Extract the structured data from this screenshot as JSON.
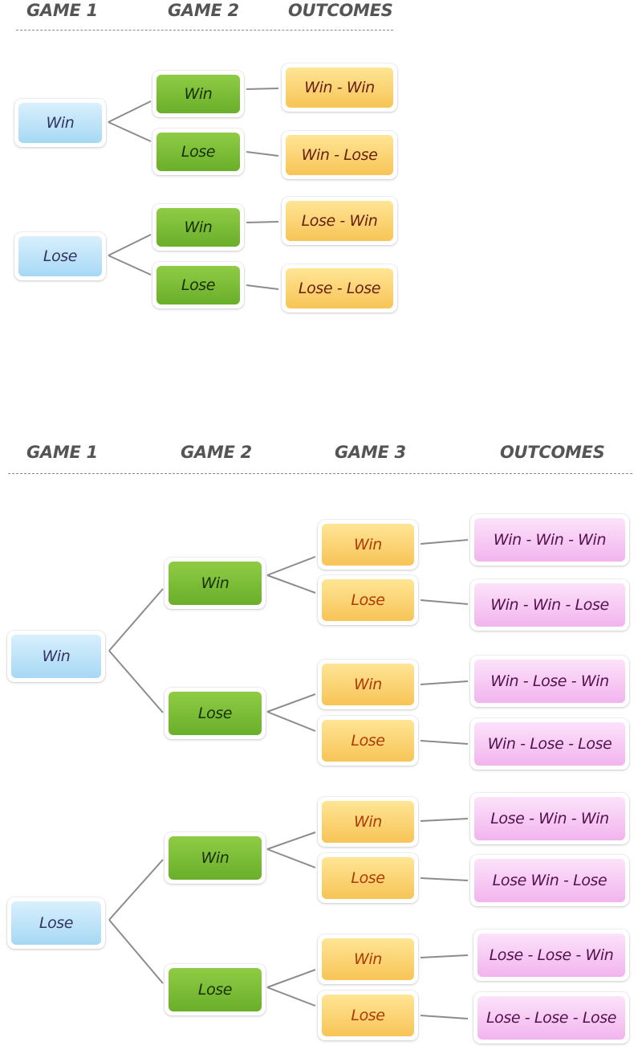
{
  "diagram1": {
    "headers": [
      "GAME 1",
      "GAME 2",
      "OUTCOMES"
    ],
    "game1": [
      "Win",
      "Lose"
    ],
    "game2": [
      "Win",
      "Lose",
      "Win",
      "Lose"
    ],
    "outcomes": [
      "Win - Win",
      "Win - Lose",
      "Lose - Win",
      "Lose - Lose"
    ]
  },
  "diagram2": {
    "headers": [
      "GAME 1",
      "GAME 2",
      "GAME 3",
      "OUTCOMES"
    ],
    "game1": [
      "Win",
      "Lose"
    ],
    "game2": [
      "Win",
      "Lose",
      "Win",
      "Lose"
    ],
    "game3": [
      "Win",
      "Lose",
      "Win",
      "Lose",
      "Win",
      "Lose",
      "Win",
      "Lose"
    ],
    "outcomes": [
      "Win - Win - Win",
      "Win - Win - Lose",
      "Win - Lose - Win",
      "Win - Lose - Lose",
      "Lose - Win - Win",
      "Lose Win - Lose",
      "Lose - Lose - Win",
      "Lose - Lose - Lose"
    ]
  },
  "colors": {
    "game1_fill": "#a6d8f4",
    "game2_fill": "#7dbf37",
    "game3_fill": "#f7c456",
    "outcome2_fill": "#f7c456",
    "outcome3_fill": "#f2b4ee",
    "connector": "#8c8c8c"
  }
}
